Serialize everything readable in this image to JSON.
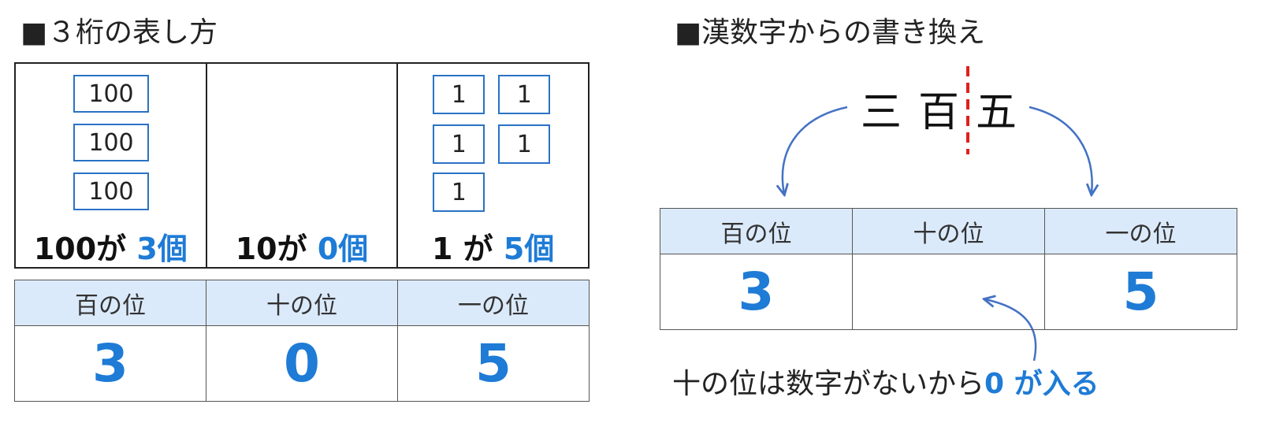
{
  "left": {
    "title": "■３桁の表し方",
    "blocks": {
      "hundreds": {
        "card_label": "100",
        "card_count": 3,
        "caption_prefix": "100が ",
        "caption_num": "3",
        "caption_suffix": "個"
      },
      "tens": {
        "card_count": 0,
        "caption_prefix": "10が ",
        "caption_num": "0",
        "caption_suffix": "個"
      },
      "ones": {
        "card_label": "1",
        "card_count": 5,
        "caption_prefix": "1 が ",
        "caption_num": "5",
        "caption_suffix": "個"
      }
    },
    "table": {
      "headers": [
        "百の位",
        "十の位",
        "一の位"
      ],
      "values": [
        "3",
        "0",
        "5"
      ]
    }
  },
  "right": {
    "title": "■漢数字からの書き換え",
    "kanji": {
      "k1": "三",
      "k2": "百",
      "k3": "五"
    },
    "table": {
      "headers": [
        "百の位",
        "十の位",
        "一の位"
      ],
      "values": [
        "3",
        "",
        "5"
      ]
    },
    "note": {
      "text": "十の位は数字がないから",
      "highlight": "0 が入る"
    }
  },
  "colors": {
    "accent": "#1e7bd6",
    "card_border": "#2a72c5",
    "header_bg": "#dbeafb",
    "divider_red": "#e0201b",
    "arrow": "#4472c4"
  }
}
